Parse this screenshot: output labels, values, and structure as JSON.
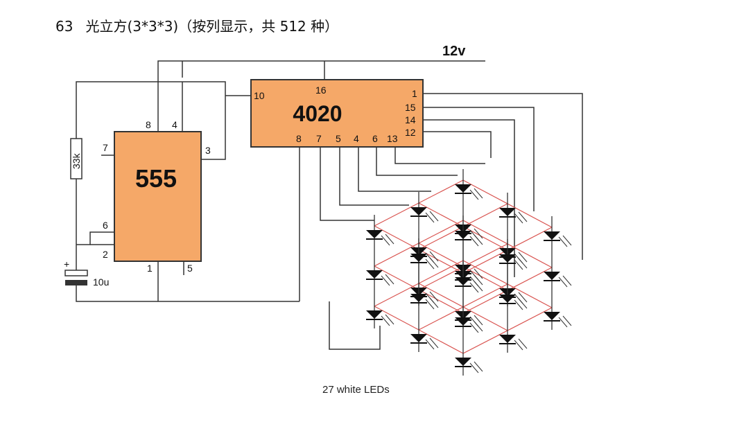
{
  "title": {
    "number": "63",
    "text": "光立方(3*3*3)（按列显示，共 512 种）"
  },
  "supply": "12v",
  "ic_555": {
    "name": "555",
    "pins": [
      "8",
      "4",
      "7",
      "3",
      "6",
      "2",
      "1",
      "5"
    ]
  },
  "ic_4020": {
    "name": "4020",
    "pin_top": "16",
    "pin_left": "10",
    "pins_right": [
      "1",
      "15",
      "14",
      "12"
    ],
    "pins_bottom": [
      "8",
      "7",
      "5",
      "4",
      "6",
      "13"
    ]
  },
  "resistor": "33k",
  "capacitor": {
    "value": "10u",
    "polarity": "+"
  },
  "led_caption": "27 white LEDs",
  "colors": {
    "chip_fill": "#F5A868",
    "wire": "#333333",
    "grid": "#d9534f"
  }
}
